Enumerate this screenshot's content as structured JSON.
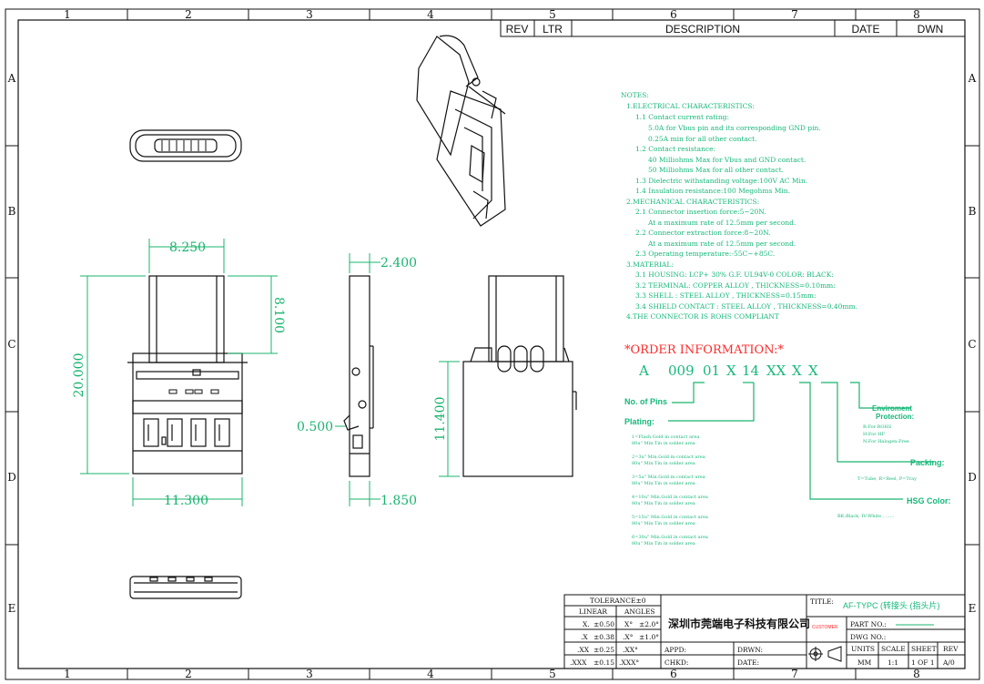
{
  "border": {
    "columns": [
      "1",
      "2",
      "3",
      "4",
      "5",
      "6",
      "7",
      "8"
    ],
    "rows": [
      "A",
      "B",
      "C",
      "D",
      "E"
    ]
  },
  "revision_block": {
    "rev": "REV",
    "ltr": "LTR",
    "description": "DESCRIPTION",
    "date": "DATE",
    "dwn": "DWN"
  },
  "dimensions": {
    "width_top": "8.250",
    "height_total": "20.000",
    "height_plug": "8.100",
    "width_bottom": "11.300",
    "side_top": "2.400",
    "side_offset": "0.500",
    "side_bottom": "1.850",
    "height_body": "11.400"
  },
  "notes": [
    "NOTES:",
    "1.ELECTRICAL CHARACTERISTICS:",
    "1.1 Contact current rating:",
    "5.0A for Vbus pin and its corresponding GND pin.",
    "0.25A min for all other contact.",
    "1.2 Contact resistance:",
    "40 Milliohms Max for Vbus and GND contact.",
    "50 Milliohms Max for all other contact.",
    "1.3 Dielectric withstanding voltage:100V AC Min.",
    "1.4 Insulation resistance:100 Megohms Min.",
    "2.MECHANICAL CHARACTERISTICS:",
    "2.1 Connector insertion force:5~20N.",
    "At a maximum rate of 12.5mm per second.",
    "2.2 Connector extraction force:8~20N.",
    "At a maximum rate of 12.5mm per second.",
    "2.3 Operating temperature:-55C~+85C.",
    "3.MATERIAL:",
    "3.1 HOUSING: LCP+ 30% G.F. UL94V-0 COLOR: BLACK:",
    "3.2 TERMINAL: COPPER ALLOY , THICKNESS=0.10mm:",
    "3.3 SHELL : STEEL ALLOY , THICKNESS=0.15mm:",
    "3.4 SHIELD CONTACT : STEEL ALLOY , THICKNESS=0.40mm.",
    "4.THE CONNECTOR IS ROHS COMPLIANT"
  ],
  "order": {
    "heading": "*ORDER INFORMATION:*",
    "code": [
      "A",
      "009",
      "01",
      "X",
      "14",
      "XX",
      "X",
      "X"
    ],
    "no_of_pins": "No. of Pins",
    "plating": "Plating:",
    "environment_1": "Enviroment",
    "environment_2": "Protection:",
    "packing": "Packing:",
    "hsg_color": "HSG Color:",
    "env_options": [
      "R:For ROHS",
      "H:For HF",
      "N:For Halogen-Free"
    ],
    "packing_options": "T=Tube, R=Reel, P=Tray",
    "hsg_options": "BK:Black, IV:White , ......",
    "plating_options": [
      [
        "1=Flash Gold in contact area",
        "    80u\" Min Tin in solder area"
      ],
      [
        "2=3u\" Min.Gold in contact area",
        "    80u\" Min Tin in solder area"
      ],
      [
        "3=5u\" Min.Gold in contact area",
        "    80u\" Min Tin in solder area"
      ],
      [
        "4=10u\" Min.Gold in contact area",
        "    80u\" Min Tin in solder area"
      ],
      [
        "5=15u\" Min.Gold in contact area",
        "    80u\" Min Tin in solder area"
      ],
      [
        "6=30u\" Min.Gold in contact area",
        "    80u\" Min Tin in solder area"
      ]
    ]
  },
  "title_block": {
    "tolerance": "TOLERANCE±0",
    "linear": "LINEAR",
    "angles": "ANGLES",
    "tol_rows": [
      [
        "X.",
        "±0.50",
        "X°",
        "±2.0°"
      ],
      [
        ".X",
        "±0.38",
        ".X°",
        "±1.0°"
      ],
      [
        ".XX",
        "±0.25",
        ".XX°",
        ""
      ],
      [
        ".XXX",
        "±0.15",
        ".XXX°",
        ""
      ]
    ],
    "company": "深圳市莞端电子科技有限公司",
    "appd": "APPD:",
    "drwn": "DRWN:",
    "chkd": "CHKD:",
    "date": "DATE:",
    "title_label": "TITLE:",
    "title_value": "AF-TYPC (转接头 (指头片)",
    "customer": "CUSTOMER",
    "part_no": "PART NO.:",
    "dwg_no": "DWG NO.:",
    "units": "UNITS",
    "units_val": "MM",
    "scale": "SCALE",
    "scale_val": "1:1",
    "sheet": "SHEET",
    "sheet_val": "1 OF 1",
    "rev": "REV",
    "rev_val": "A/0"
  }
}
